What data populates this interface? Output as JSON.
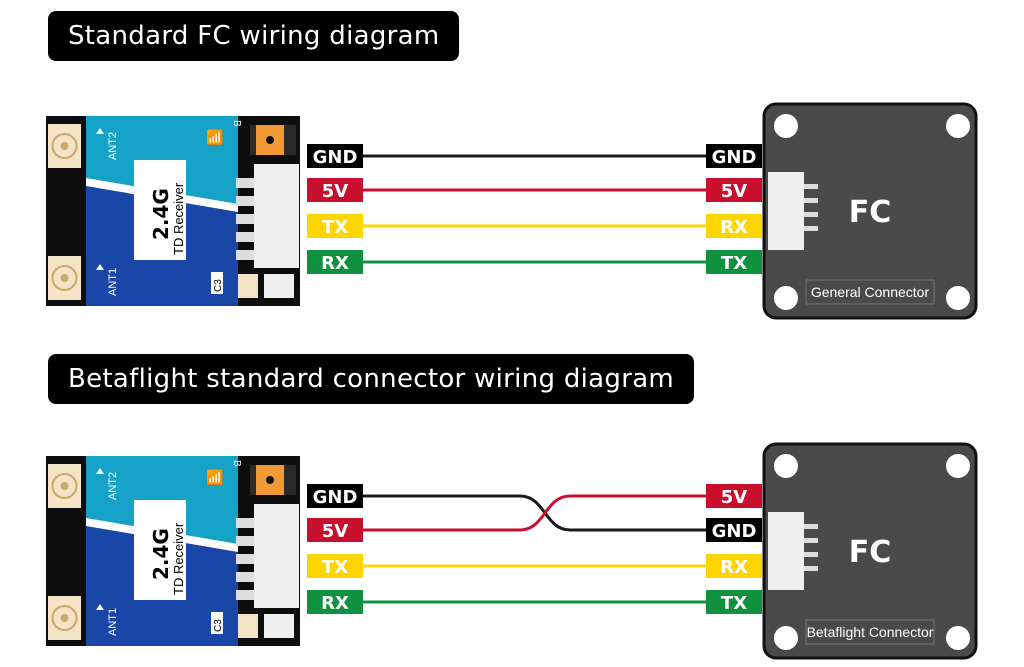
{
  "sections": [
    {
      "title": "Standard FC wiring diagram",
      "receiver": {
        "freq": "2.4G",
        "name": "TD Receiver",
        "ant1": "ANT1",
        "ant2": "ANT2",
        "mark_c3": "C3",
        "mark_b": "B"
      },
      "receiver_pins": [
        {
          "label": "GND",
          "color": "#000000"
        },
        {
          "label": "5V",
          "color": "#c8102e"
        },
        {
          "label": "TX",
          "color": "#ffd500"
        },
        {
          "label": "RX",
          "color": "#109140"
        }
      ],
      "fc_pins": [
        {
          "label": "GND",
          "color": "#000000"
        },
        {
          "label": "5V",
          "color": "#c8102e"
        },
        {
          "label": "RX",
          "color": "#ffd500"
        },
        {
          "label": "TX",
          "color": "#109140"
        }
      ],
      "wires": [
        {
          "from": 0,
          "to": 0,
          "color": "#1a1a1a"
        },
        {
          "from": 1,
          "to": 1,
          "color": "#c8102e"
        },
        {
          "from": 2,
          "to": 2,
          "color": "#ffd500"
        },
        {
          "from": 3,
          "to": 3,
          "color": "#109140"
        }
      ],
      "fc": {
        "label": "FC",
        "connector": "General Connector"
      }
    },
    {
      "title": "Betaflight standard connector wiring diagram",
      "receiver": {
        "freq": "2.4G",
        "name": "TD Receiver",
        "ant1": "ANT1",
        "ant2": "ANT2",
        "mark_c3": "C3",
        "mark_b": "B"
      },
      "receiver_pins": [
        {
          "label": "GND",
          "color": "#000000"
        },
        {
          "label": "5V",
          "color": "#c8102e"
        },
        {
          "label": "TX",
          "color": "#ffd500"
        },
        {
          "label": "RX",
          "color": "#109140"
        }
      ],
      "fc_pins": [
        {
          "label": "5V",
          "color": "#c8102e"
        },
        {
          "label": "GND",
          "color": "#000000"
        },
        {
          "label": "RX",
          "color": "#ffd500"
        },
        {
          "label": "TX",
          "color": "#109140"
        }
      ],
      "wires": [
        {
          "from": 0,
          "to": 1,
          "color": "#1a1a1a"
        },
        {
          "from": 1,
          "to": 0,
          "color": "#c8102e"
        },
        {
          "from": 2,
          "to": 2,
          "color": "#ffd500"
        },
        {
          "from": 3,
          "to": 3,
          "color": "#109140"
        }
      ],
      "fc": {
        "label": "FC",
        "connector": "Betaflight Connector"
      }
    }
  ]
}
